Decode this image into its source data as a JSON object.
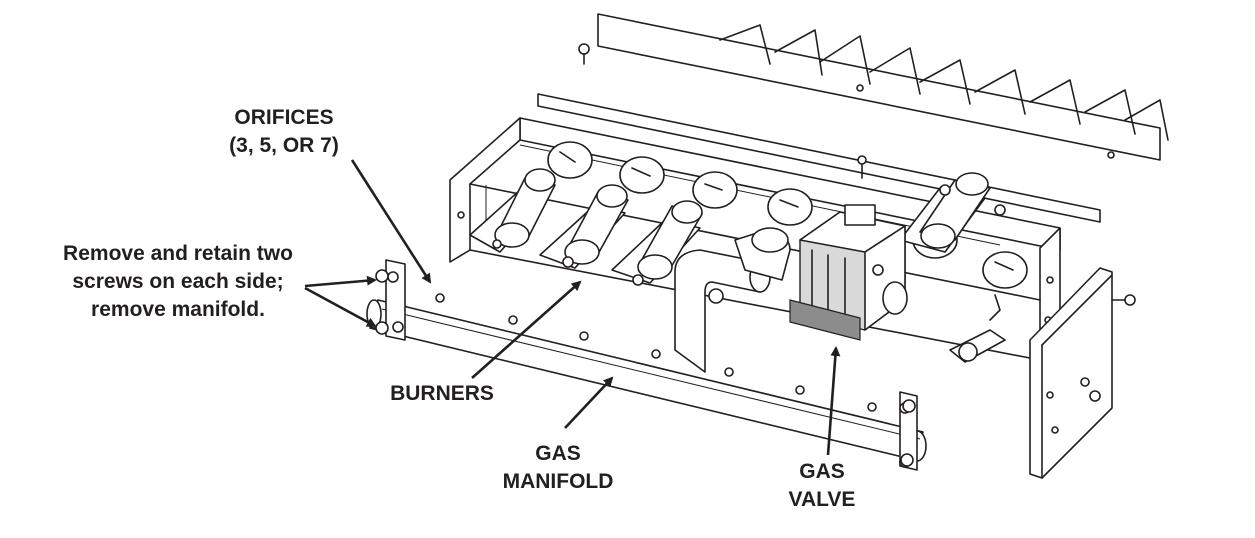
{
  "labels": {
    "orifices": {
      "line1": "ORIFICES",
      "line2": "(3, 5, OR 7)"
    },
    "remove_instruction": {
      "line1": "Remove and retain two",
      "line2": "screws on each side;",
      "line3": "remove manifold."
    },
    "burners": "BURNERS",
    "gas_manifold": {
      "line1": "GAS",
      "line2": "MANIFOLD"
    },
    "gas_valve": {
      "line1": "GAS",
      "line2": "VALVE"
    }
  },
  "colors": {
    "ink": "#231f20",
    "background": "#ffffff",
    "shade": "#d9d9d9"
  }
}
